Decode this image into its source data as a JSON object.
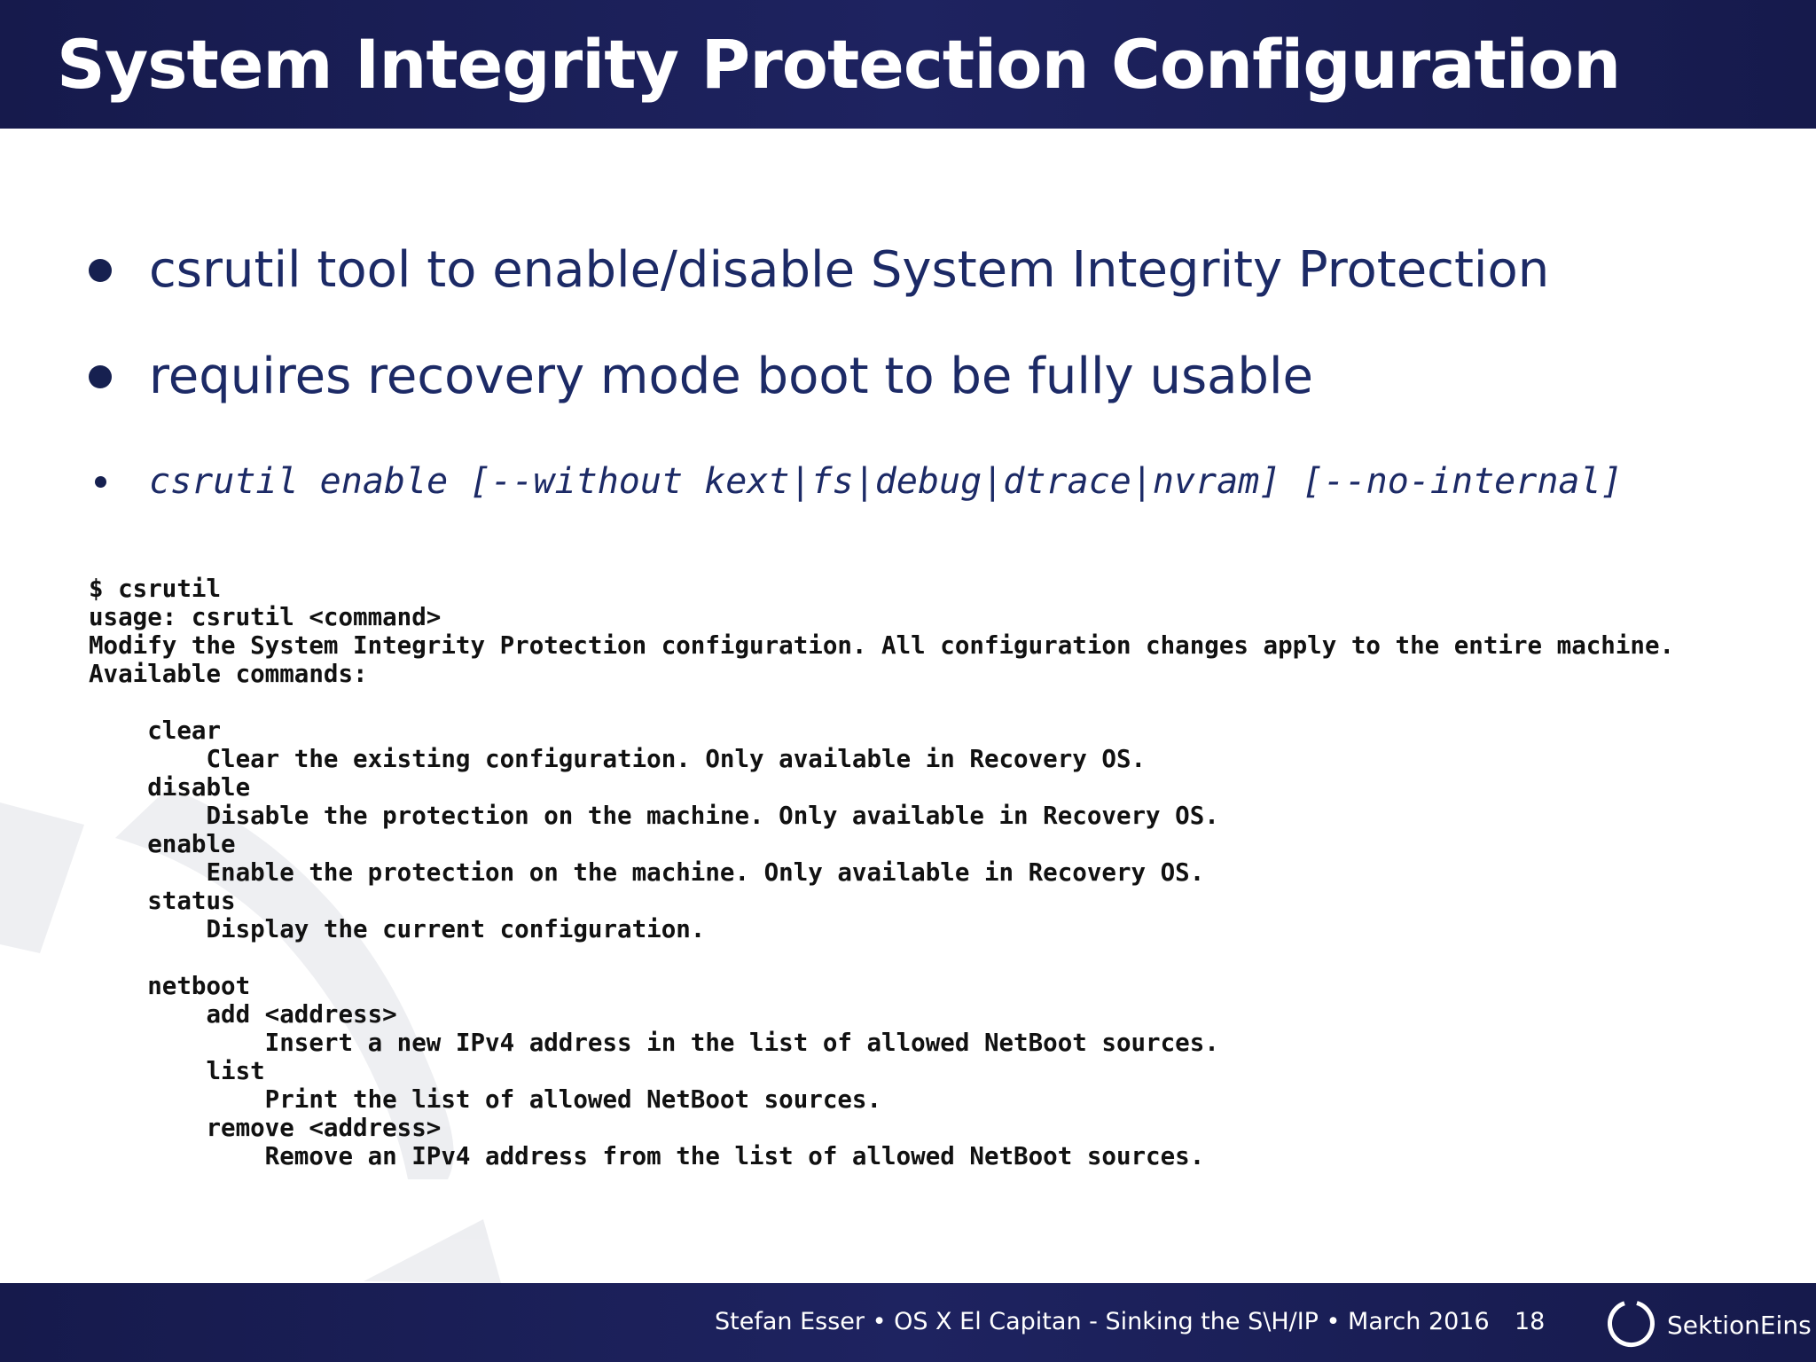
{
  "slide": {
    "title": "System Integrity Protection Configuration"
  },
  "bullets": [
    "csrutil tool to enable/disable System Integrity Protection",
    "requires recovery mode boot to be fully usable",
    "csrutil enable [--without kext|fs|debug|dtrace|nvram] [--no-internal]"
  ],
  "terminal": {
    "lines": [
      "$ csrutil",
      "usage: csrutil <command>",
      "Modify the System Integrity Protection configuration. All configuration changes apply to the entire machine.",
      "Available commands:",
      "",
      "    clear",
      "        Clear the existing configuration. Only available in Recovery OS.",
      "    disable",
      "        Disable the protection on the machine. Only available in Recovery OS.",
      "    enable",
      "        Enable the protection on the machine. Only available in Recovery OS.",
      "    status",
      "        Display the current configuration.",
      "",
      "    netboot",
      "        add <address>",
      "            Insert a new IPv4 address in the list of allowed NetBoot sources.",
      "        list",
      "            Print the list of allowed NetBoot sources.",
      "        remove <address>",
      "            Remove an IPv4 address from the list of allowed NetBoot sources."
    ]
  },
  "footer": {
    "text": "Stefan Esser • OS X El Capitan - Sinking the S\\H/IP • March 2016",
    "page_number": "18",
    "logo_text": "SektionEins"
  },
  "colors": {
    "header_bg": "#1b1f56",
    "bullet_text": "#1c2a66",
    "terminal_text": "#111111"
  },
  "icons": {
    "logo": "sektioneins-ring-icon",
    "background": "gear-watermark"
  }
}
